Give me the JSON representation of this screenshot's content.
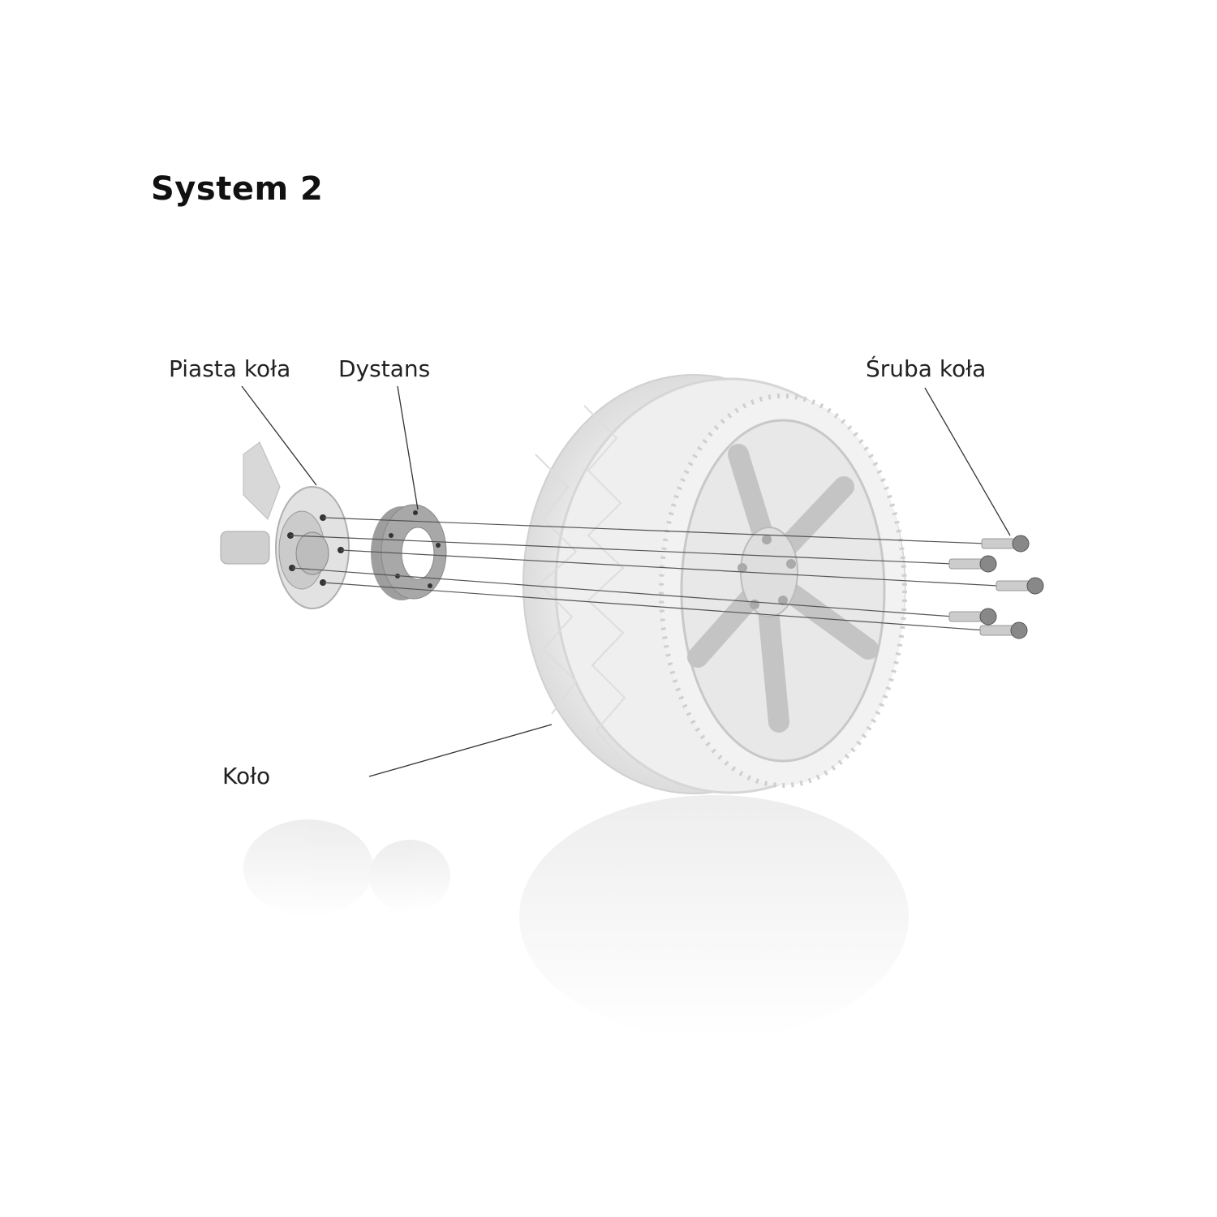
{
  "title": "System 2",
  "labels": {
    "hub": "Piasta koła",
    "spacer": "Dystans",
    "bolt": "Śruba koła",
    "wheel": "Koło"
  },
  "colors": {
    "text": "#222222",
    "line": "#333333",
    "part": "#b8b8b8"
  }
}
